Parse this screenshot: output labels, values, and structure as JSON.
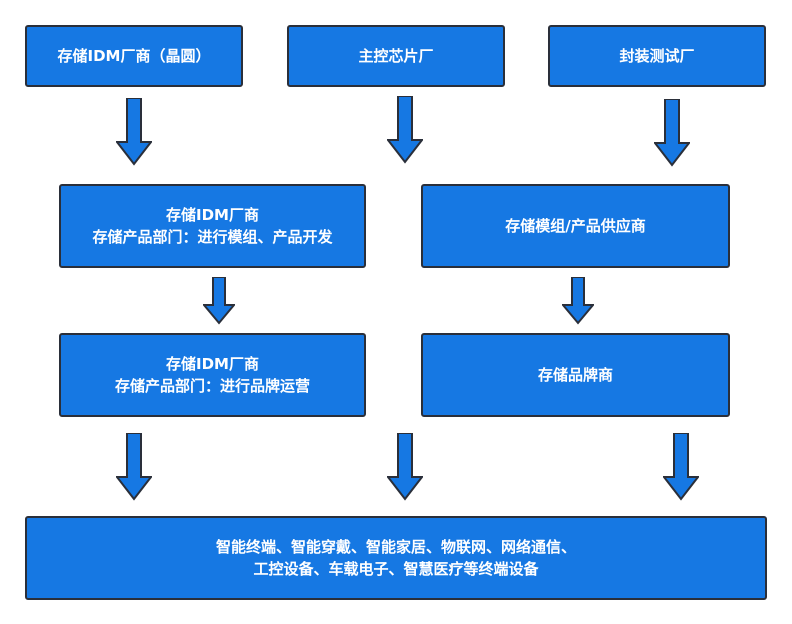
{
  "colors": {
    "box_fill": "#1678e3",
    "box_border": "#2a2f3a",
    "arrow_fill": "#1678e3",
    "text": "#ffffff"
  },
  "top_row": {
    "idm_wafer": "存储IDM厂商（晶圆）",
    "controller_chip": "主控芯片厂",
    "packaging_test": "封装测试厂"
  },
  "middle_row": {
    "idm_module_line1": "存储IDM厂商",
    "idm_module_line2": "存储产品部门：进行模组、产品开发",
    "module_supplier": "存储模组/产品供应商"
  },
  "brand_row": {
    "idm_brand_line1": "存储IDM厂商",
    "idm_brand_line2": "存储产品部门：进行品牌运营",
    "storage_brand": "存储品牌商"
  },
  "bottom": {
    "applications_line1": "智能终端、智能穿戴、智能家居、物联网、网络通信、",
    "applications_line2": "工控设备、车载电子、智慧医疗等终端设备"
  }
}
